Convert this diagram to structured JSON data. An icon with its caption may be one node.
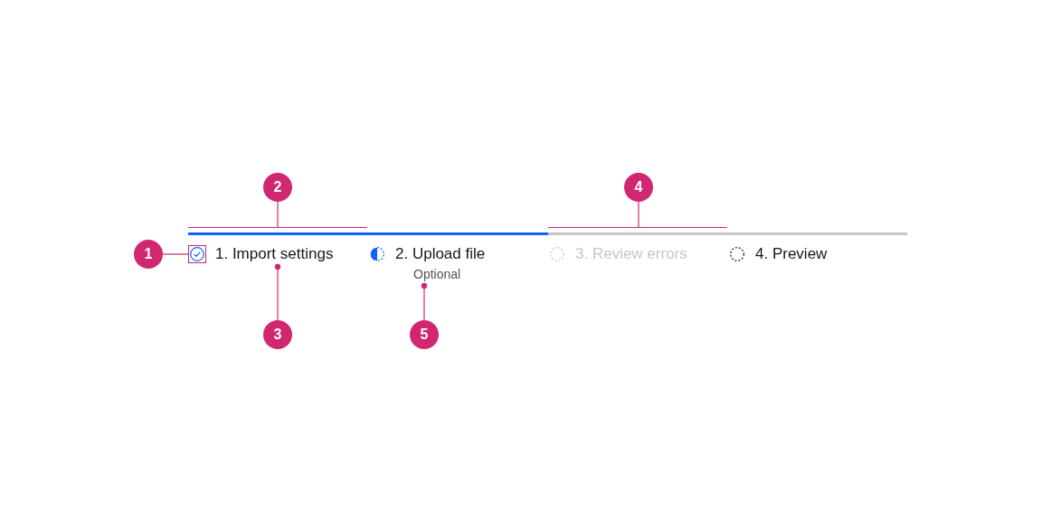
{
  "diagram": {
    "nodes": [
      {
        "text": [
          "2"
        ]
      },
      {
        "text": [
          "4"
        ]
      },
      {
        "text": [],
        "shape": "bar"
      },
      {
        "text": [],
        "shape": "bar"
      },
      {
        "text": [],
        "shape": "bar"
      },
      {
        "text": [],
        "shape": "bar"
      },
      {
        "text": [
          "1"
        ]
      },
      {
        "text": [],
        "shape": "circle"
      },
      {
        "text": [
          "1. Import settings"
        ]
      },
      {
        "text": [
          "Optional"
        ]
      },
      {
        "text": [
          "3"
        ]
      },
      {
        "text": [
          "5"
        ]
      }
    ],
    "edges": [
      {
        "from": 6,
        "to": 7,
        "arrow": "none"
      },
      {
        "from": 0,
        "to": 2,
        "arrow": "none"
      },
      {
        "from": 10,
        "to": 8,
        "arrow": "other"
      },
      {
        "from": 1,
        "to": 4,
        "arrow": "none"
      },
      {
        "from": 11,
        "to": 9,
        "arrow": "other"
      }
    ],
    "labels": [
      "2. Upload file",
      "3. Review errors",
      "4. Preview"
    ]
  }
}
